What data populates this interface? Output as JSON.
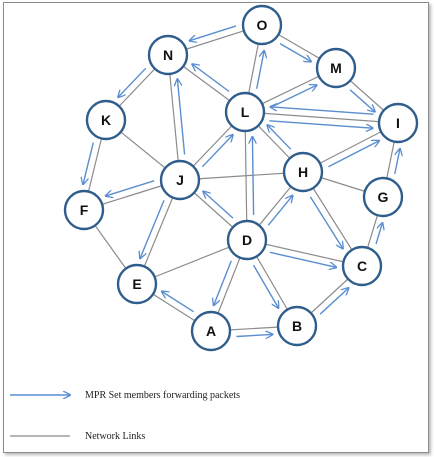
{
  "colors": {
    "node_fill": "#ffffff",
    "node_stroke": "#2f5d8c",
    "link": "#8c8c8c",
    "arrow": "#5a8ed0",
    "label": "#111111"
  },
  "nodes": [
    {
      "id": "O",
      "label": "O"
    },
    {
      "id": "N",
      "label": "N"
    },
    {
      "id": "M",
      "label": "M"
    },
    {
      "id": "K",
      "label": "K"
    },
    {
      "id": "L",
      "label": "L"
    },
    {
      "id": "I",
      "label": "I"
    },
    {
      "id": "H",
      "label": "H"
    },
    {
      "id": "J",
      "label": "J"
    },
    {
      "id": "G",
      "label": "G"
    },
    {
      "id": "F",
      "label": "F"
    },
    {
      "id": "D",
      "label": "D"
    },
    {
      "id": "C",
      "label": "C"
    },
    {
      "id": "E",
      "label": "E"
    },
    {
      "id": "B",
      "label": "B"
    },
    {
      "id": "A",
      "label": "A"
    }
  ],
  "links": [
    [
      "O",
      "N"
    ],
    [
      "O",
      "M"
    ],
    [
      "O",
      "L"
    ],
    [
      "N",
      "K"
    ],
    [
      "N",
      "L"
    ],
    [
      "N",
      "J"
    ],
    [
      "M",
      "I"
    ],
    [
      "M",
      "L"
    ],
    [
      "L",
      "I"
    ],
    [
      "L",
      "J"
    ],
    [
      "L",
      "H"
    ],
    [
      "L",
      "D"
    ],
    [
      "K",
      "J"
    ],
    [
      "K",
      "F"
    ],
    [
      "I",
      "H"
    ],
    [
      "I",
      "G"
    ],
    [
      "H",
      "J"
    ],
    [
      "H",
      "D"
    ],
    [
      "H",
      "G"
    ],
    [
      "H",
      "C"
    ],
    [
      "J",
      "F"
    ],
    [
      "J",
      "E"
    ],
    [
      "J",
      "D"
    ],
    [
      "G",
      "C"
    ],
    [
      "F",
      "E"
    ],
    [
      "D",
      "E"
    ],
    [
      "D",
      "C"
    ],
    [
      "D",
      "B"
    ],
    [
      "D",
      "A"
    ],
    [
      "E",
      "A"
    ],
    [
      "C",
      "B"
    ],
    [
      "A",
      "B"
    ]
  ],
  "arrows": [
    [
      "O",
      "N"
    ],
    [
      "O",
      "M"
    ],
    [
      "L",
      "O"
    ],
    [
      "L",
      "N"
    ],
    [
      "L",
      "M"
    ],
    [
      "N",
      "K"
    ],
    [
      "L",
      "I"
    ],
    [
      "M",
      "I"
    ],
    [
      "J",
      "N"
    ],
    [
      "J",
      "L"
    ],
    [
      "H",
      "L"
    ],
    [
      "H",
      "I"
    ],
    [
      "K",
      "F"
    ],
    [
      "J",
      "F"
    ],
    [
      "J",
      "E"
    ],
    [
      "D",
      "J"
    ],
    [
      "D",
      "L"
    ],
    [
      "D",
      "H"
    ],
    [
      "H",
      "C"
    ],
    [
      "G",
      "I"
    ],
    [
      "D",
      "C"
    ],
    [
      "D",
      "B"
    ],
    [
      "D",
      "A"
    ],
    [
      "A",
      "E"
    ],
    [
      "A",
      "B"
    ],
    [
      "B",
      "C"
    ],
    [
      "C",
      "G"
    ],
    [
      "I",
      "L"
    ]
  ],
  "legend": {
    "arrow_label": "MPR Set members forwarding packets",
    "link_label": "Network Links"
  }
}
